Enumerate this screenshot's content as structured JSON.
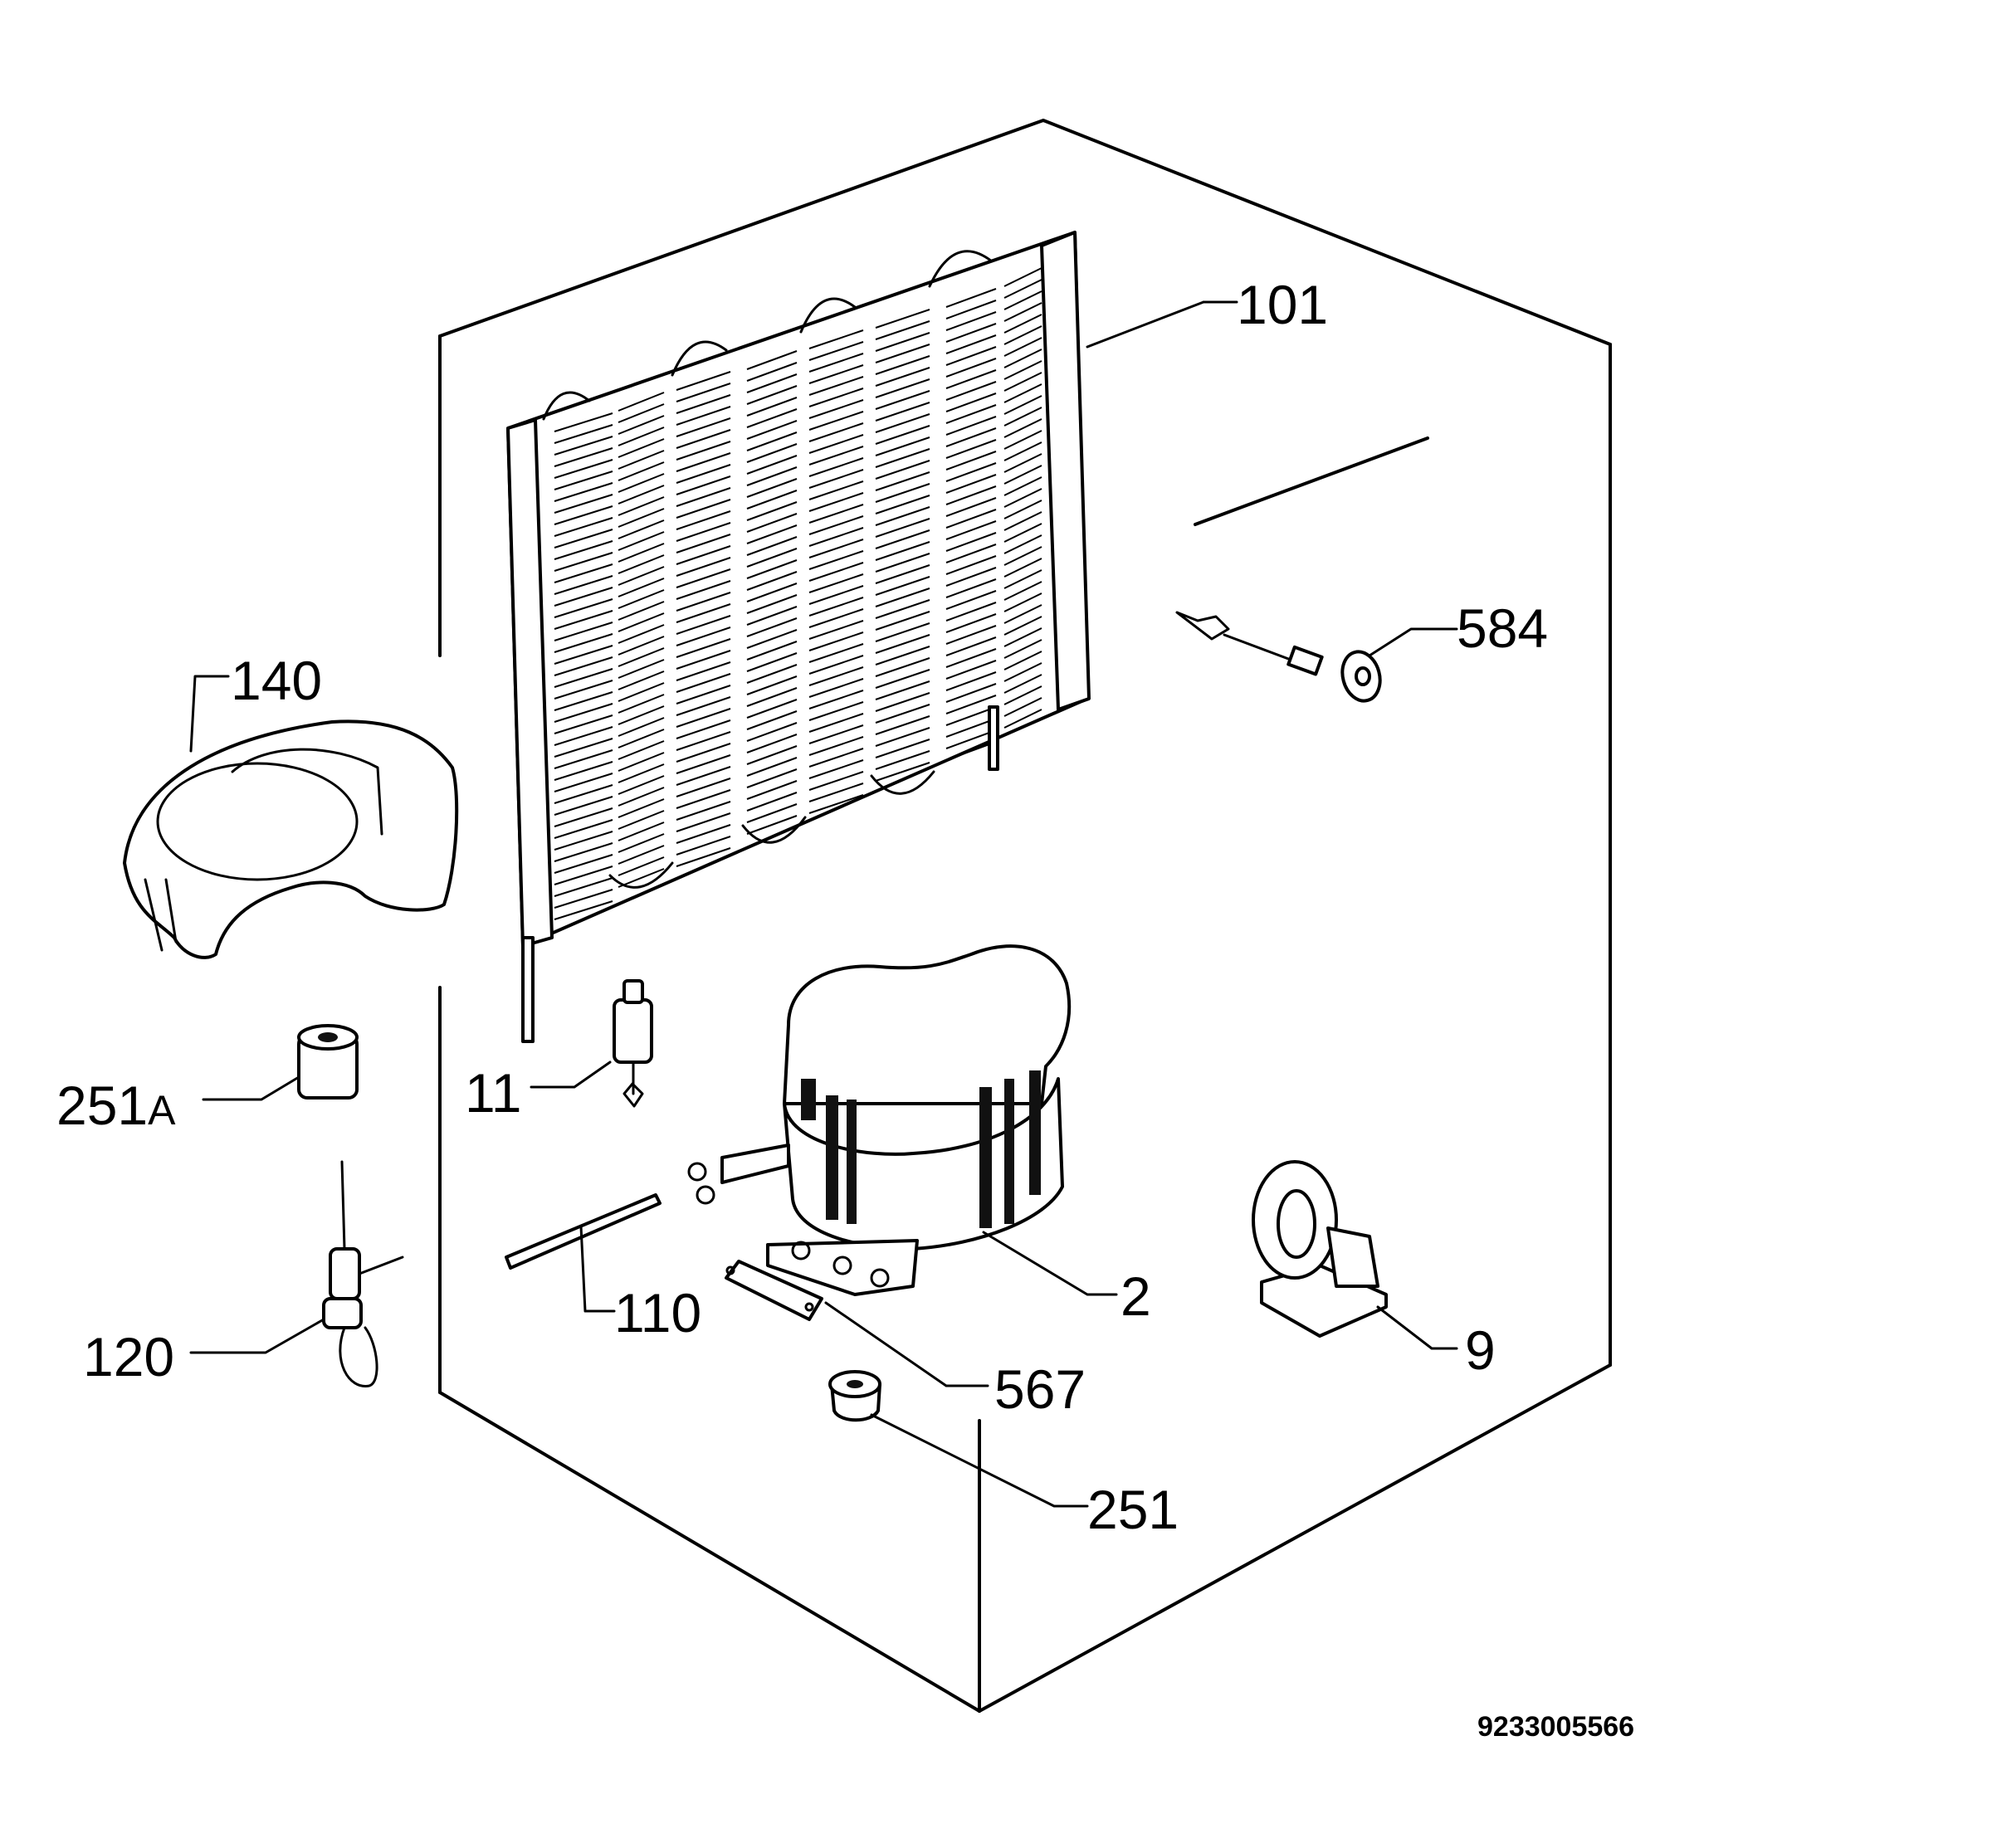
{
  "diagram": {
    "document_code": "9233005566",
    "callouts": {
      "c101": "101",
      "c584": "584",
      "c140": "140",
      "c251a_num": "251",
      "c251a_suffix": "A",
      "c11": "11",
      "c2": "2",
      "c110": "110",
      "c9": "9",
      "c120": "120",
      "c567": "567",
      "c251": "251"
    }
  }
}
